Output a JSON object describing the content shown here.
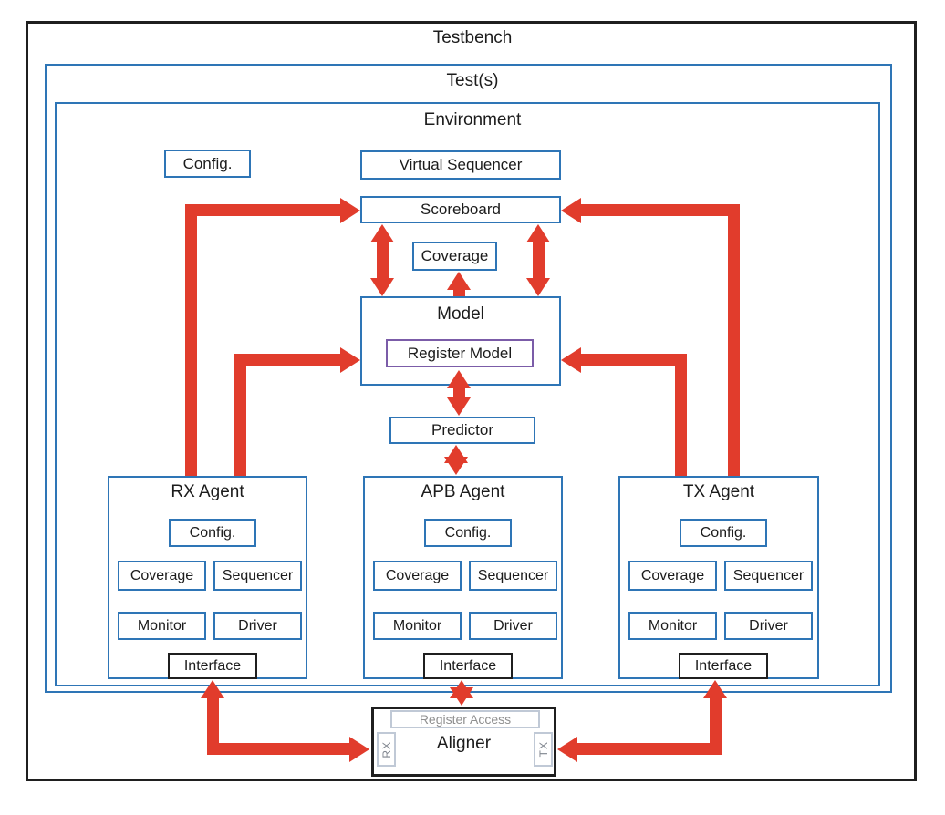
{
  "diagram": {
    "testbench_label": "Testbench",
    "tests_label": "Test(s)",
    "environment_label": "Environment",
    "env_config_label": "Config.",
    "virtual_sequencer_label": "Virtual Sequencer",
    "scoreboard_label": "Scoreboard",
    "coverage_label": "Coverage",
    "model_label": "Model",
    "register_model_label": "Register Model",
    "predictor_label": "Predictor",
    "agents": [
      {
        "title": "RX Agent",
        "config_label": "Config.",
        "coverage_label": "Coverage",
        "sequencer_label": "Sequencer",
        "monitor_label": "Monitor",
        "driver_label": "Driver",
        "interface_label": "Interface"
      },
      {
        "title": "APB Agent",
        "config_label": "Config.",
        "coverage_label": "Coverage",
        "sequencer_label": "Sequencer",
        "monitor_label": "Monitor",
        "driver_label": "Driver",
        "interface_label": "Interface"
      },
      {
        "title": "TX Agent",
        "config_label": "Config.",
        "coverage_label": "Coverage",
        "sequencer_label": "Sequencer",
        "monitor_label": "Monitor",
        "driver_label": "Driver",
        "interface_label": "Interface"
      }
    ],
    "aligner": {
      "title": "Aligner",
      "register_access_label": "Register Access",
      "rx_port_label": "RX",
      "tx_port_label": "TX"
    },
    "colors": {
      "box_blue": "#2E75B6",
      "arrow_red": "#E13C2C",
      "register_model_purple": "#7B5CA8",
      "outer_black": "#1F1F1F"
    }
  }
}
